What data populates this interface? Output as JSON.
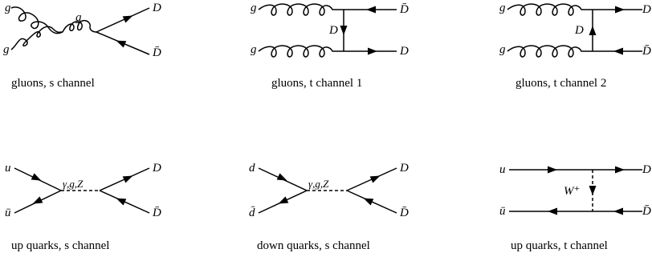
{
  "diagrams": [
    {
      "caption": "gluons, s channel",
      "labels": {
        "in_top": "g",
        "in_bottom": "g",
        "mid": "g",
        "out_top": "D",
        "out_bottom": "D̄"
      }
    },
    {
      "caption": "gluons, t channel 1",
      "labels": {
        "in_top": "g",
        "in_bottom": "g",
        "mid": "D",
        "out_top": "D̄",
        "out_bottom": "D"
      }
    },
    {
      "caption": "gluons, t channel 2",
      "labels": {
        "in_top": "g",
        "in_bottom": "g",
        "mid": "D",
        "out_top": "D",
        "out_bottom": "D̄"
      }
    },
    {
      "caption": "up quarks, s channel",
      "labels": {
        "in_top": "u",
        "in_bottom": "ū",
        "mid": "γ,g,Z",
        "out_top": "D",
        "out_bottom": "D̄"
      }
    },
    {
      "caption": "down quarks, s channel",
      "labels": {
        "in_top": "d",
        "in_bottom": "d̄",
        "mid": "γ,g,Z",
        "out_top": "D",
        "out_bottom": "D̄"
      }
    },
    {
      "caption": "up quarks, t channel",
      "labels": {
        "in_top": "u",
        "in_bottom": "ū",
        "mid": "W⁺",
        "out_top": "D",
        "out_bottom": "D̄"
      }
    }
  ]
}
